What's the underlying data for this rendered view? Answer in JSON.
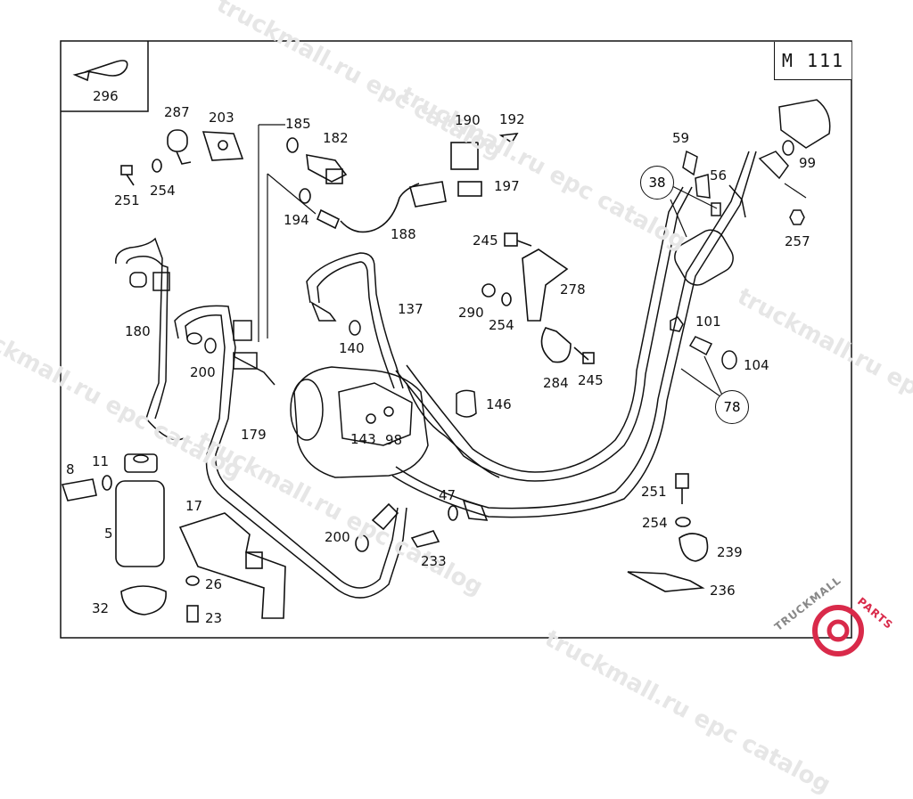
{
  "diagram_code": "M 111",
  "watermark": "truckmall.ru epc catalog",
  "brand": {
    "part1": "TRUCKMALL",
    "part2": "PARTS",
    "accent": "#d92a4a"
  },
  "callouts": [
    "38",
    "78"
  ],
  "parts": [
    "296",
    "287",
    "203",
    "185",
    "182",
    "190",
    "192",
    "197",
    "251",
    "254",
    "194",
    "188",
    "59",
    "56",
    "99",
    "257",
    "245",
    "278",
    "137",
    "140",
    "290",
    "254",
    "180",
    "200",
    "101",
    "104",
    "284",
    "245",
    "146",
    "143",
    "98",
    "179",
    "8",
    "11",
    "5",
    "17",
    "200",
    "47",
    "233",
    "251",
    "254",
    "239",
    "26",
    "32",
    "23",
    "236"
  ]
}
